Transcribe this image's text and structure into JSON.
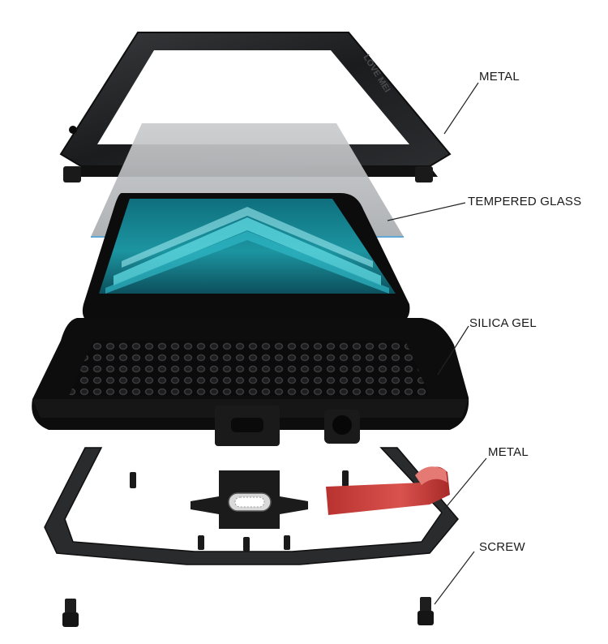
{
  "labels": {
    "metal_top": "METAL",
    "tempered_glass": "TEMPERED GLASS",
    "silica_gel": "SILICA GEL",
    "metal_bottom": "METAL",
    "screw": "SCREW"
  },
  "frame_engraving": "LOVE MEI",
  "colors": {
    "metal_frame": "#1c1c1e",
    "glass": "#b9bcbf",
    "screen_teal": "#1b8c98",
    "silica_gel": "#0d0d0d",
    "red_latch": "#c9403f",
    "leader_line": "#222222"
  }
}
